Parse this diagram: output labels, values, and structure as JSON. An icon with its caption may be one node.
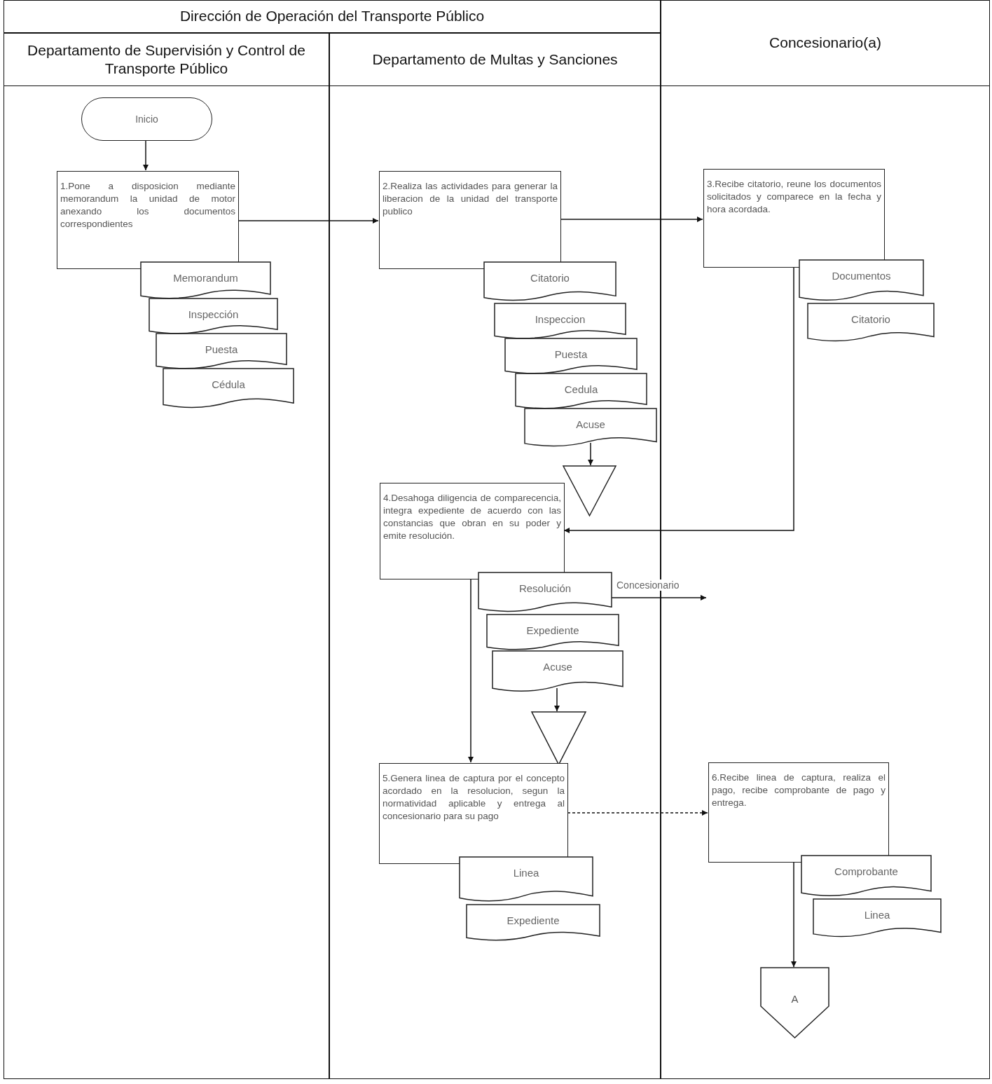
{
  "diagram": {
    "nodes": [
      {
        "text": [
          "Dirección de Operación del Transporte Público"
        ]
      },
      {
        "text": [
          "Departamento de Supervisión y Control de Transporte Público"
        ]
      },
      {
        "text": [
          "Departamento de Multas y Sanciones"
        ]
      },
      {
        "text": [
          "Concesionario(a)"
        ]
      },
      {
        "text": [
          "Inicio"
        ],
        "in": 1
      },
      {
        "text": [
          "1.Pone a disposicion mediante memorandum la unidad de motor anexando los documentos correspondientes"
        ],
        "in": 1
      },
      {
        "text": [
          "Memorandum"
        ],
        "in": 1
      },
      {
        "text": [
          "Inspección"
        ],
        "in": 1
      },
      {
        "text": [
          "Puesta"
        ],
        "in": 1
      },
      {
        "text": [
          "Cédula"
        ],
        "in": 1
      },
      {
        "text": [
          "2.Realiza las actividades para generar la liberacion de la unidad del transporte publico"
        ],
        "in": 2
      },
      {
        "text": [
          "Citatorio"
        ],
        "in": 2
      },
      {
        "text": [
          "Inspeccion"
        ],
        "in": 2
      },
      {
        "text": [
          "Puesta"
        ],
        "in": 2
      },
      {
        "text": [
          "Cedula"
        ],
        "in": 2
      },
      {
        "text": [
          "Acuse"
        ],
        "in": 2
      },
      {
        "text": [],
        "shape": "triangle",
        "in": 2
      },
      {
        "text": [
          "3.Recibe citatorio, reune los documentos solicitados y comparece en la fecha y hora acordada."
        ],
        "in": 3
      },
      {
        "text": [
          "Documentos"
        ],
        "in": 3
      },
      {
        "text": [
          "Citatorio"
        ],
        "in": 3
      },
      {
        "text": [
          "4.Desahoga diligencia de comparecencia, integra expediente de acuerdo con las constancias que obran en su poder y emite resolución."
        ],
        "in": 2
      },
      {
        "text": [
          "Resolución"
        ],
        "in": 2
      },
      {
        "text": [
          "Expediente"
        ],
        "in": 2
      },
      {
        "text": [
          "Acuse"
        ],
        "in": 2
      },
      {
        "text": [],
        "shape": "triangle",
        "in": 2
      },
      {
        "text": [
          "5.Genera linea de captura por el concepto acordado en la resolucion, segun la normatividad aplicable y entrega al concesionario para su pago"
        ],
        "in": 2
      },
      {
        "text": [
          "Linea"
        ],
        "in": 2
      },
      {
        "text": [
          "Expediente"
        ],
        "in": 2
      },
      {
        "text": [
          "6.Recibe linea de captura, realiza el pago, recibe comprobante de pago y entrega."
        ],
        "in": 3
      },
      {
        "text": [
          "Comprobante"
        ],
        "in": 3
      },
      {
        "text": [
          "Linea"
        ],
        "in": 3
      },
      {
        "text": [
          "A"
        ],
        "in": 3
      }
    ],
    "edges": [
      {
        "from": 4,
        "to": 5,
        "arrow": "to"
      },
      {
        "from": 5,
        "to": 10,
        "arrow": "to"
      },
      {
        "from": 10,
        "to": 17,
        "arrow": "to"
      },
      {
        "from": 15,
        "to": 16,
        "arrow": "to"
      },
      {
        "from": 17,
        "to": 20,
        "arrow": "to"
      },
      {
        "from": 21,
        "to": null,
        "arrow": "to",
        "label": "Concesionario"
      },
      {
        "from": 23,
        "to": 24,
        "arrow": "to"
      },
      {
        "from": 20,
        "to": 25,
        "arrow": "to"
      },
      {
        "from": 25,
        "to": 28,
        "arrow": "to",
        "style": "dashed"
      },
      {
        "from": 28,
        "to": 31,
        "arrow": "to"
      }
    ]
  }
}
